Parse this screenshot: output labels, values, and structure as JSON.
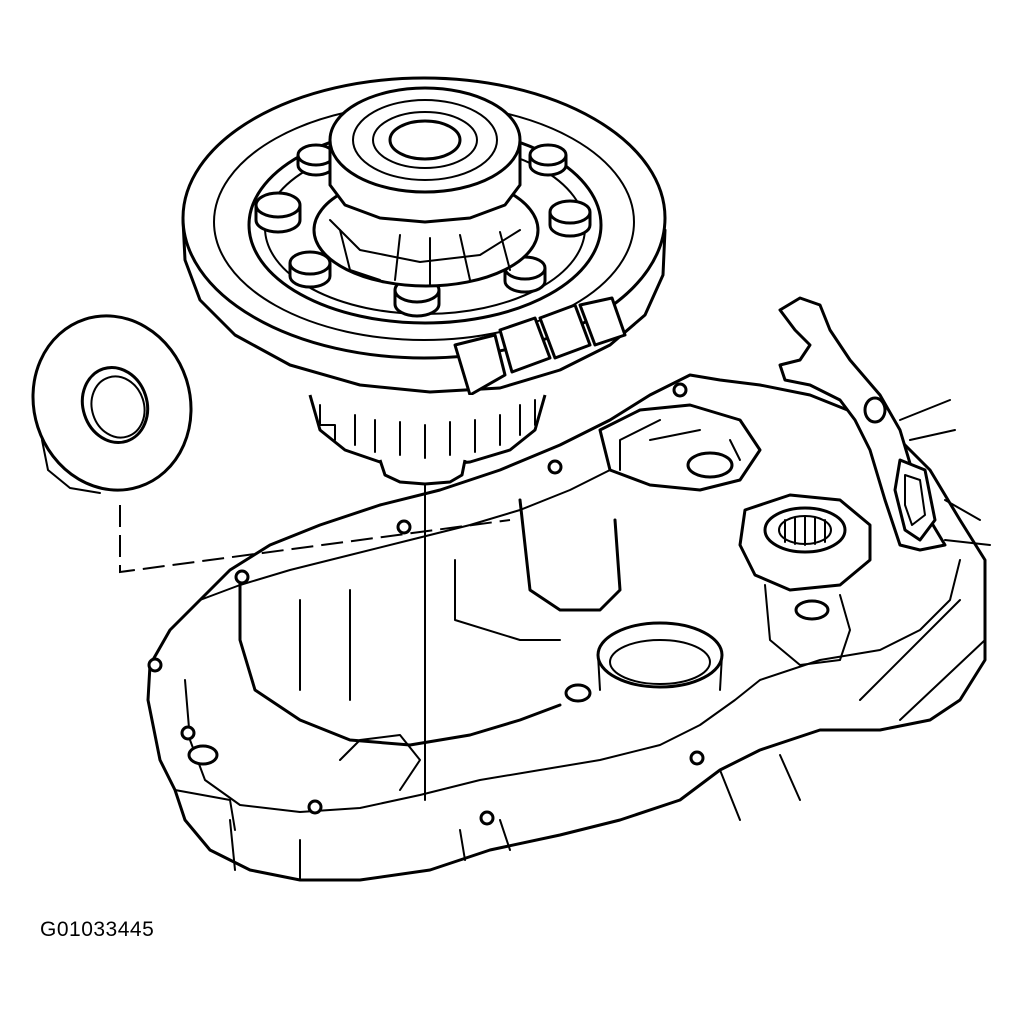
{
  "figure": {
    "id_label": "G01033445"
  },
  "parts": [
    {
      "name": "differential-case-assembly",
      "icon": "gear-icon"
    },
    {
      "name": "thrust-washer",
      "icon": "washer-icon"
    },
    {
      "name": "transaxle-case",
      "icon": "housing-icon"
    }
  ],
  "colors": {
    "line": "#000000",
    "background": "#ffffff"
  }
}
